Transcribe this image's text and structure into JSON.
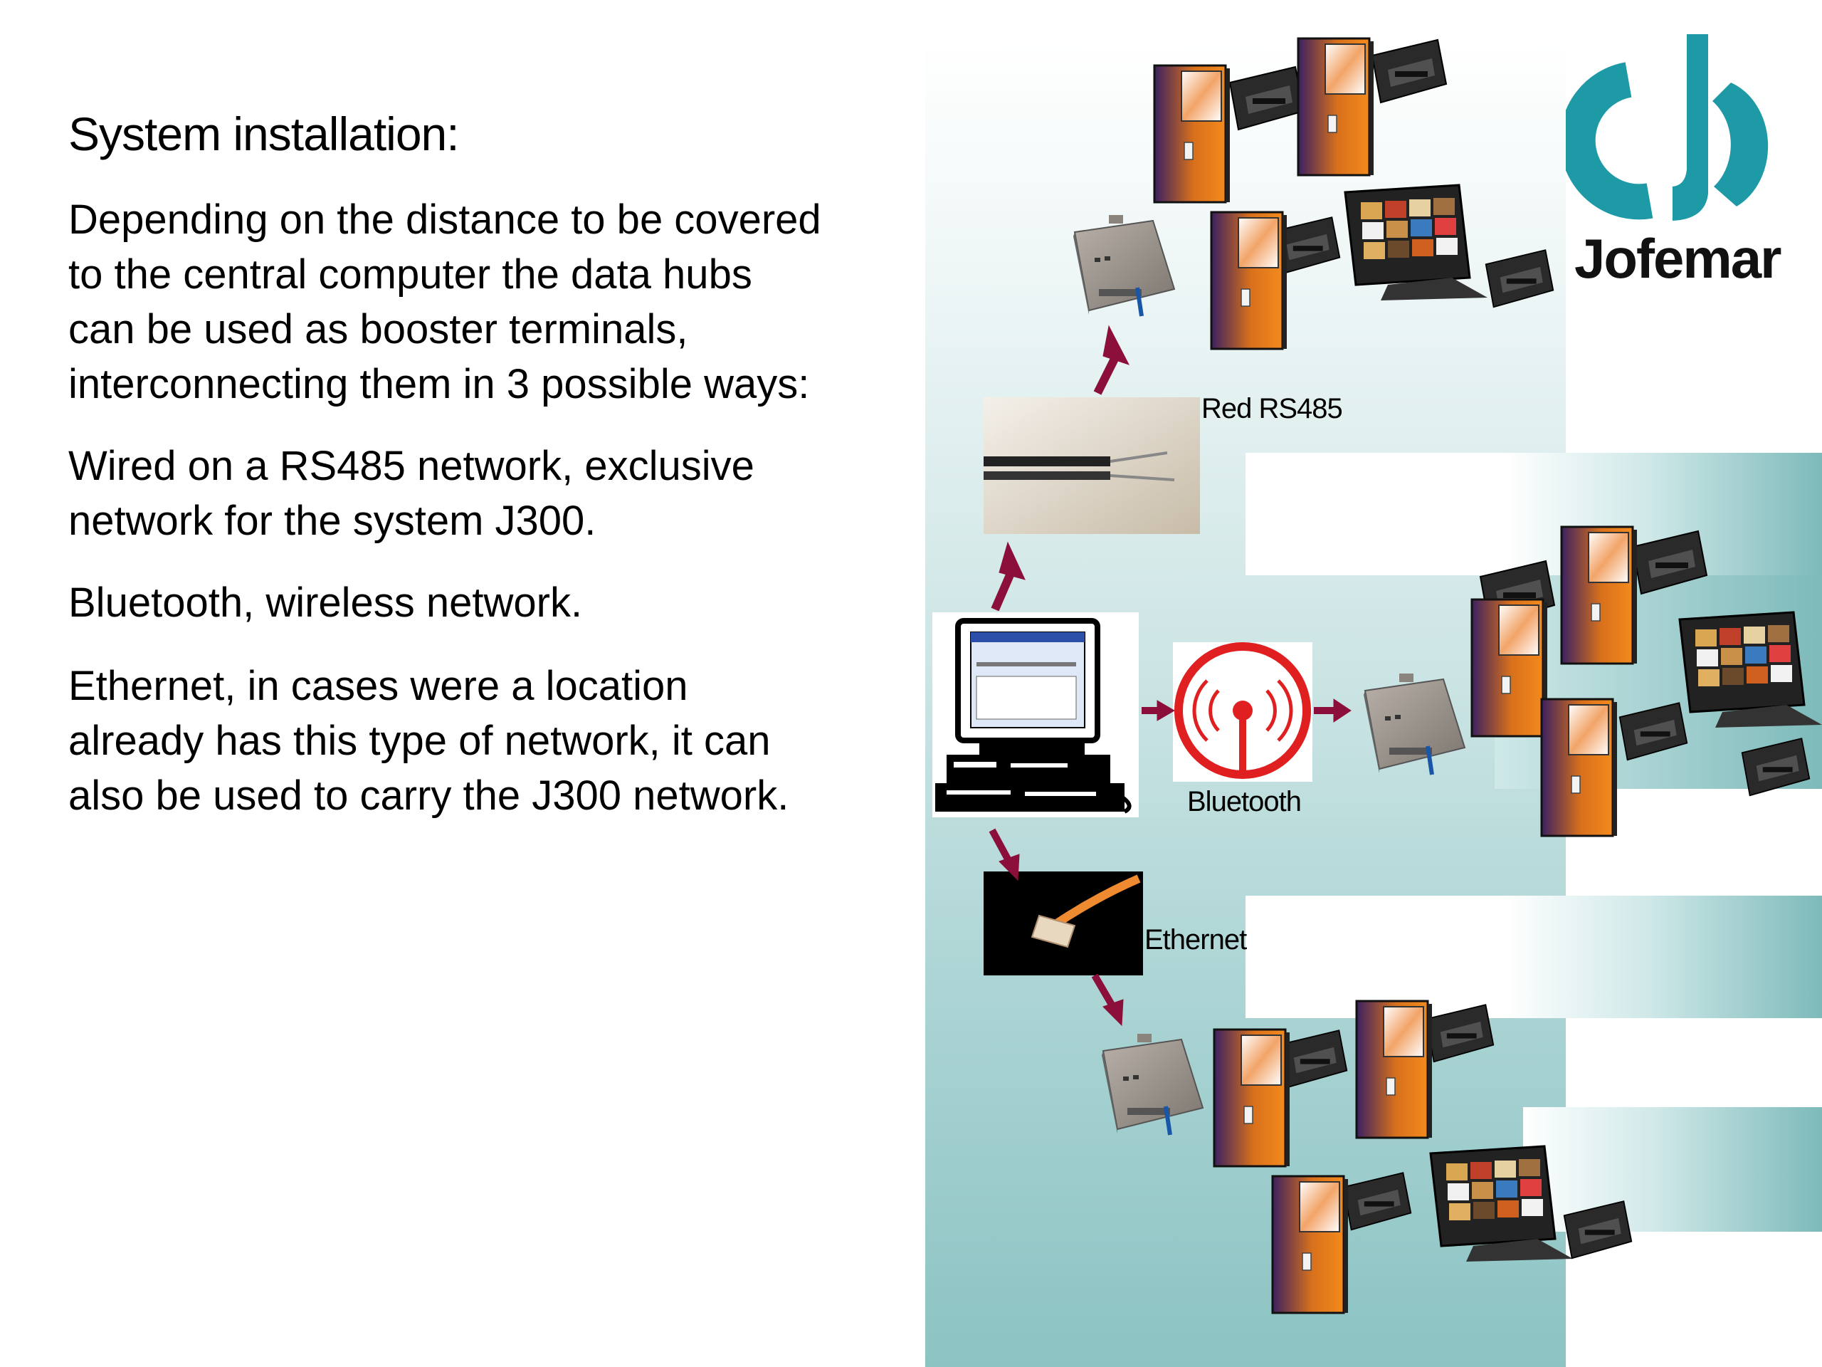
{
  "slide": {
    "title": "System installation:",
    "paragraphs": [
      "Depending on the distance to be covered\nto the central computer the data hubs\ncan be used as booster terminals,\ninterconnecting them in 3 possible ways:",
      "Wired on a RS485 network, exclusive\nnetwork for the system J300.",
      "Bluetooth, wireless network.",
      "Ethernet, in cases were a location\nalready has this type of network, it can\nalso be used to carry the J300 network."
    ]
  },
  "logo": {
    "text": "Jofemar",
    "color": "#1e9aa6"
  },
  "diagram": {
    "labels": {
      "rs485": "Red RS485",
      "bluetooth": "Bluetooth",
      "ethernet": "Ethernet"
    },
    "colors": {
      "arrow": "#8b0f3a",
      "machine_orange": "#f07818",
      "machine_purple": "#3b2160",
      "bluetooth_red": "#e02020",
      "hub_grey": "#8c8c8c"
    }
  }
}
